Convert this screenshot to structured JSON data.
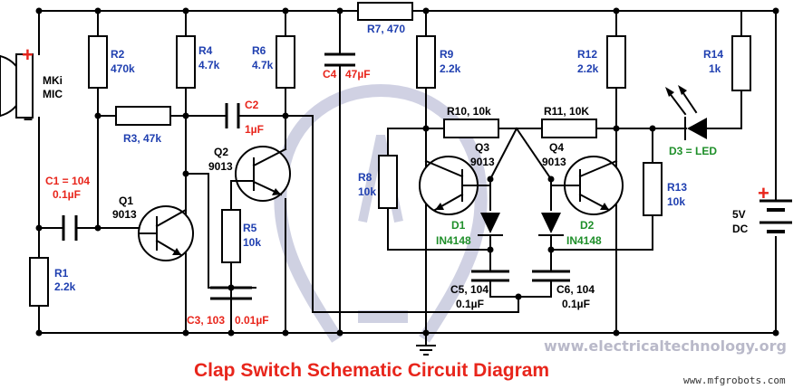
{
  "title": "Clap Switch Schematic Circuit Diagram",
  "watermark_site": "www.electricaltechnology.org",
  "watermark_corner": "www.mfgrobots.com",
  "mic": {
    "line1": "MKi",
    "line2": "MIC",
    "plus": "+",
    "minus": "–"
  },
  "resistors": {
    "r1": {
      "name": "R1",
      "value": "2.2k"
    },
    "r2": {
      "name": "R2",
      "value": "470k"
    },
    "r3": "R3, 47k",
    "r4": {
      "name": "R4",
      "value": "4.7k"
    },
    "r5": {
      "name": "R5",
      "value": "10k"
    },
    "r6": {
      "name": "R6",
      "value": "4.7k"
    },
    "r7": "R7, 470",
    "r8": {
      "name": "R8",
      "value": "10k"
    },
    "r9": {
      "name": "R9",
      "value": "2.2k"
    },
    "r10": "R10, 10k",
    "r11": "R11, 10K",
    "r12": {
      "name": "R12",
      "value": "2.2k"
    },
    "r13": {
      "name": "R13",
      "value": "10k"
    },
    "r14": {
      "name": "R14",
      "value": "1k"
    }
  },
  "capacitors": {
    "c1": {
      "line1": "C1 = 104",
      "line2": "0.1µF"
    },
    "c2": {
      "name": "C2",
      "value": "1µF"
    },
    "c3": "C3, 103",
    "c3_value": "0.01µF",
    "c4": "C4",
    "c4_value": "47µF",
    "c5": {
      "line1": "C5, 104",
      "line2": "0.1µF"
    },
    "c6": {
      "line1": "C6, 104",
      "line2": "0.1µF"
    }
  },
  "transistors": {
    "q1": {
      "name": "Q1",
      "type": "9013"
    },
    "q2": {
      "name": "Q2",
      "type": "9013"
    },
    "q3": {
      "name": "Q3",
      "type": "9013"
    },
    "q4": {
      "name": "Q4",
      "type": "9013"
    }
  },
  "diodes": {
    "d1": {
      "name": "D1",
      "type": "IN4148"
    },
    "d2": {
      "name": "D2",
      "type": "IN4148"
    },
    "d3": "D3 = LED"
  },
  "supply": {
    "line1": "5V",
    "line2": "DC",
    "plus": "+"
  },
  "colors": {
    "component_label": "#1f3fb0",
    "capacitor_label": "#e8251b",
    "diode_label": "#1f8f2a",
    "title": "#e8251b",
    "watermark": "#b9b9c9"
  }
}
